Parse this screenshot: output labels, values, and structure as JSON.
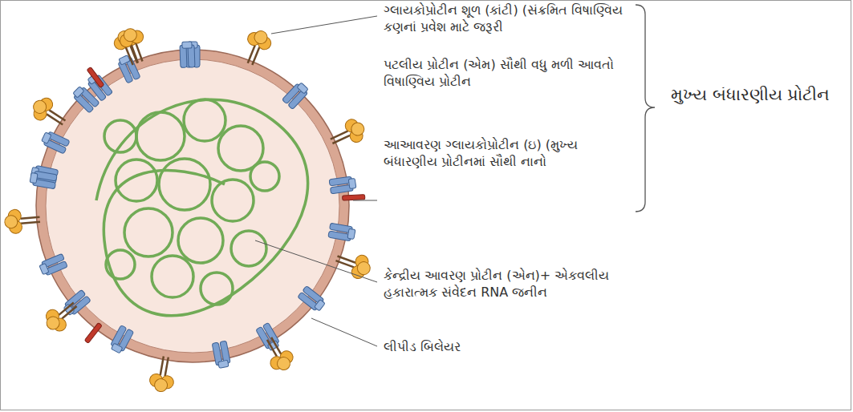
{
  "diagram": {
    "labels": [
      "ગ્લાયકોપ્રોટીન શૂળ (કાંટી) (સંક્રમિત વિષાણ્વિય કણનાં પ્રવેશ માટે જરૂરી",
      "પટલીય પ્રોટીન (એમ) સૌથી વધુ મળી આવતો વિષાણ્વિય પ્રોટીન",
      "આઆવરણ ગ્લાયકોપ્રોટીન (ઇ) (મુખ્ય બંધારણીય પ્રોટીનમાં સૌથી નાનો",
      "કેન્દ્રીય આવરણ પ્રોટીન (એન)+ એકવલીય હકારાત્મક સંવેદન RNA જનીન",
      "લીપીડ બિલેયર",
      "મુખ્ય બંધારણીય પ્રોટીન"
    ]
  }
}
